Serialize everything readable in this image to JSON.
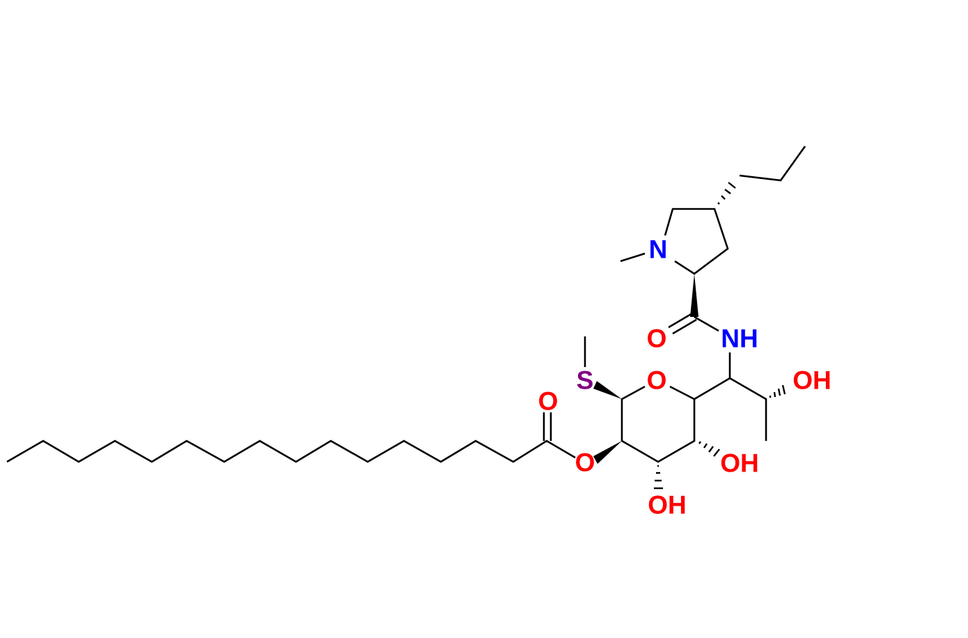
{
  "atoms": {
    "n_ring": "N",
    "nh": "NH",
    "o_amide": "O",
    "o_ring": "O",
    "s": "S",
    "o_ester": "O",
    "o_carbonyl": "O",
    "oh_side": "OH",
    "oh_c4": "OH",
    "oh_c3": "OH"
  },
  "colors": {
    "oxygen": "#ff0000",
    "nitrogen": "#0000ff",
    "sulfur": "#800080",
    "bond": "#000000"
  }
}
